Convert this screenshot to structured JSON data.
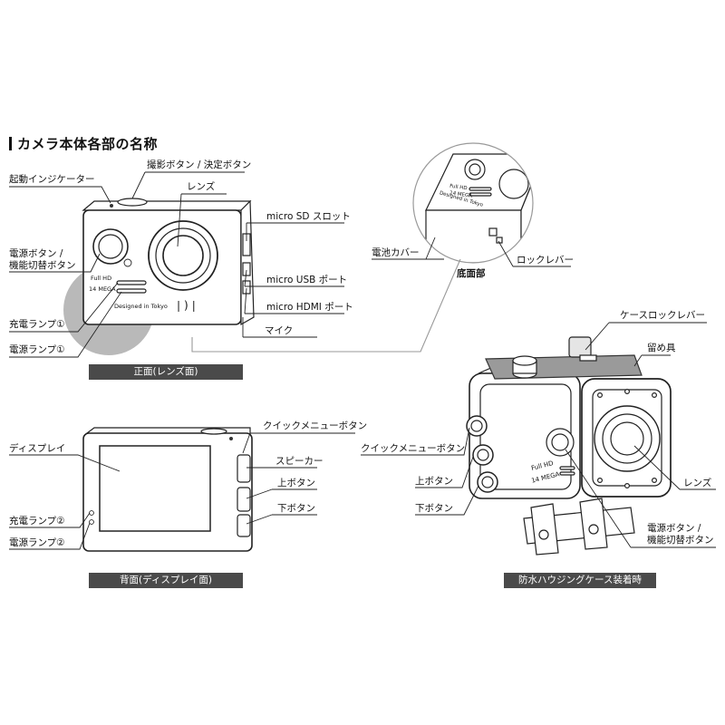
{
  "heading": "カメラ本体各部の名称",
  "front": {
    "caption": "正面(レンズ面)",
    "labels": {
      "startup_indicator": "起動インジケーター",
      "shutter_button": "撮影ボタン / 決定ボタン",
      "lens": "レンズ",
      "power_button_1": "電源ボタン /",
      "power_button_2": "機能切替ボタン",
      "charge_lamp": "充電ランプ①",
      "power_lamp": "電源ランプ①",
      "microsd_slot": "micro SD スロット",
      "microusb_port": "micro USB ポート",
      "microhdmi_port": "micro HDMI ポート",
      "mic": "マイク"
    },
    "body_text": {
      "full_hd": "Full HD",
      "mega": "14 MEGA",
      "designed": "Designed in Tokyo",
      "logo": "❘)❘"
    }
  },
  "bottom": {
    "caption": "底面部",
    "labels": {
      "battery_cover": "電池カバー",
      "lock_lever": "ロックレバー"
    },
    "body_text": {
      "full_hd": "Full HD",
      "mega": "14 MEGA",
      "designed": "Designed in Tokyo"
    }
  },
  "back": {
    "caption": "背面(ディスプレイ面)",
    "labels": {
      "quick_menu": "クイックメニューボタン",
      "display": "ディスプレイ",
      "speaker": "スピーカー",
      "up_button": "上ボタン",
      "down_button": "下ボタン",
      "charge_lamp": "充電ランプ②",
      "power_lamp": "電源ランプ②"
    }
  },
  "housing": {
    "caption": "防水ハウジングケース装着時",
    "labels": {
      "case_lock_lever": "ケースロックレバー",
      "clasp": "留め具",
      "quick_menu": "クイックメニューボタン",
      "up_button": "上ボタン",
      "down_button": "下ボタン",
      "lens": "レンズ",
      "power_button_1": "電源ボタン /",
      "power_button_2": "機能切替ボタン"
    },
    "body_text": {
      "full_hd": "Full HD",
      "mega": "14 MEGA"
    }
  }
}
